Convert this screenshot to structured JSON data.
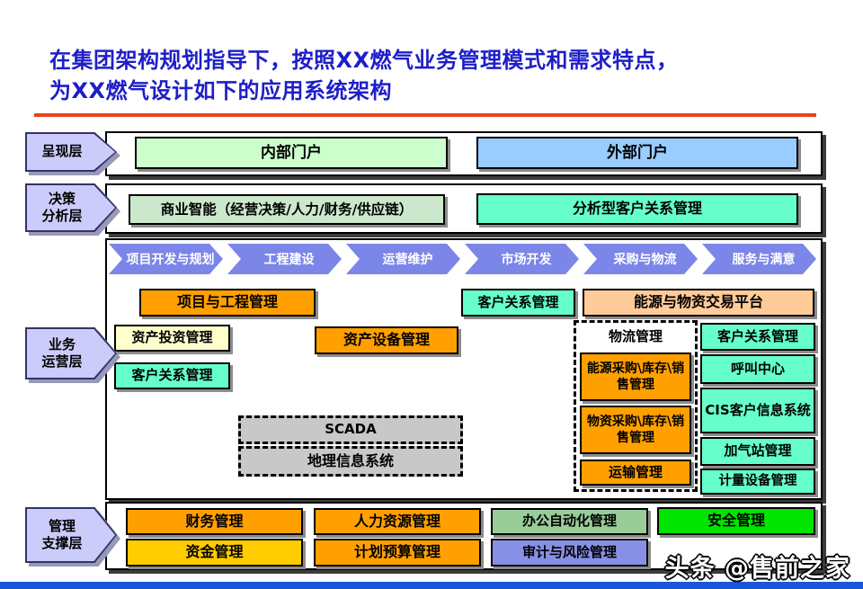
{
  "title": {
    "line1": "在集团架构规划指导下，按照XX燃气业务管理模式和需求特点，",
    "line2": "为XX燃气设计如下的应用系统架构"
  },
  "presentation_layer": {
    "label": "呈现层",
    "internal_portal": "内部门户",
    "external_portal": "外部门户"
  },
  "decision_layer": {
    "label_line1": "决策",
    "label_line2": "分析层",
    "bi": "商业智能（经营决策/人力/财务/供应链）",
    "analytical_crm": "分析型客户关系管理"
  },
  "business_layer": {
    "label_line1": "业务",
    "label_line2": "运营层",
    "process_arrows": [
      {
        "label": "项目开发与规划"
      },
      {
        "label": "工程建设"
      },
      {
        "label": "运营维护"
      },
      {
        "label": "市场开发"
      },
      {
        "label": "采购与物流"
      },
      {
        "label": "服务与满意"
      }
    ],
    "project_engineering": "项目与工程管理",
    "crm_top": "客户关系管理",
    "energy_trading": "能源与物资交易平台",
    "asset_investment": "资产投资管理",
    "asset_equipment": "资产设备管理",
    "crm_left": "客户关系管理",
    "scada": "SCADA",
    "gis": "地理信息系统",
    "logistics": {
      "title": "物流管理",
      "energy_procurement": "能源采购\\库存\\销售管理",
      "material_procurement": "物资采购\\库存\\销售管理",
      "transport": "运输管理"
    },
    "customer_column": {
      "crm": "客户关系管理",
      "call_center": "呼叫中心",
      "cis": "CIS客户信息系统",
      "gas_station": "加气站管理",
      "metering": "计量设备管理"
    }
  },
  "management_layer": {
    "label_line1": "管理",
    "label_line2": "支撑层",
    "finance": "财务管理",
    "hr": "人力资源管理",
    "oa": "办公自动化管理",
    "safety": "安全管理",
    "funds": "资金管理",
    "budget": "计划预算管理",
    "audit": "审计与风险管理"
  },
  "watermark": "头条 @售前之家",
  "colors": {
    "title_text": "#1E1EC8",
    "divider_red": "#E8441C",
    "layer_label_fill": "#CCCCFA",
    "portal_green": "#CCFFCC",
    "portal_blue": "#99CCFF",
    "bi_green": "#CCE8CC",
    "cyan_box": "#66FFCC",
    "orange_box": "#FFA000",
    "peach_box": "#FFCC99",
    "light_yellow_box": "#FFFFCC",
    "gray_box": "#C8C8C8",
    "sage_box": "#99CC99",
    "bright_green_box": "#00E400",
    "gold_box": "#FFCC00",
    "periwinkle_box": "#8890E6",
    "chevron": "#7B86E8",
    "bottom_bar": "#1858D8"
  }
}
